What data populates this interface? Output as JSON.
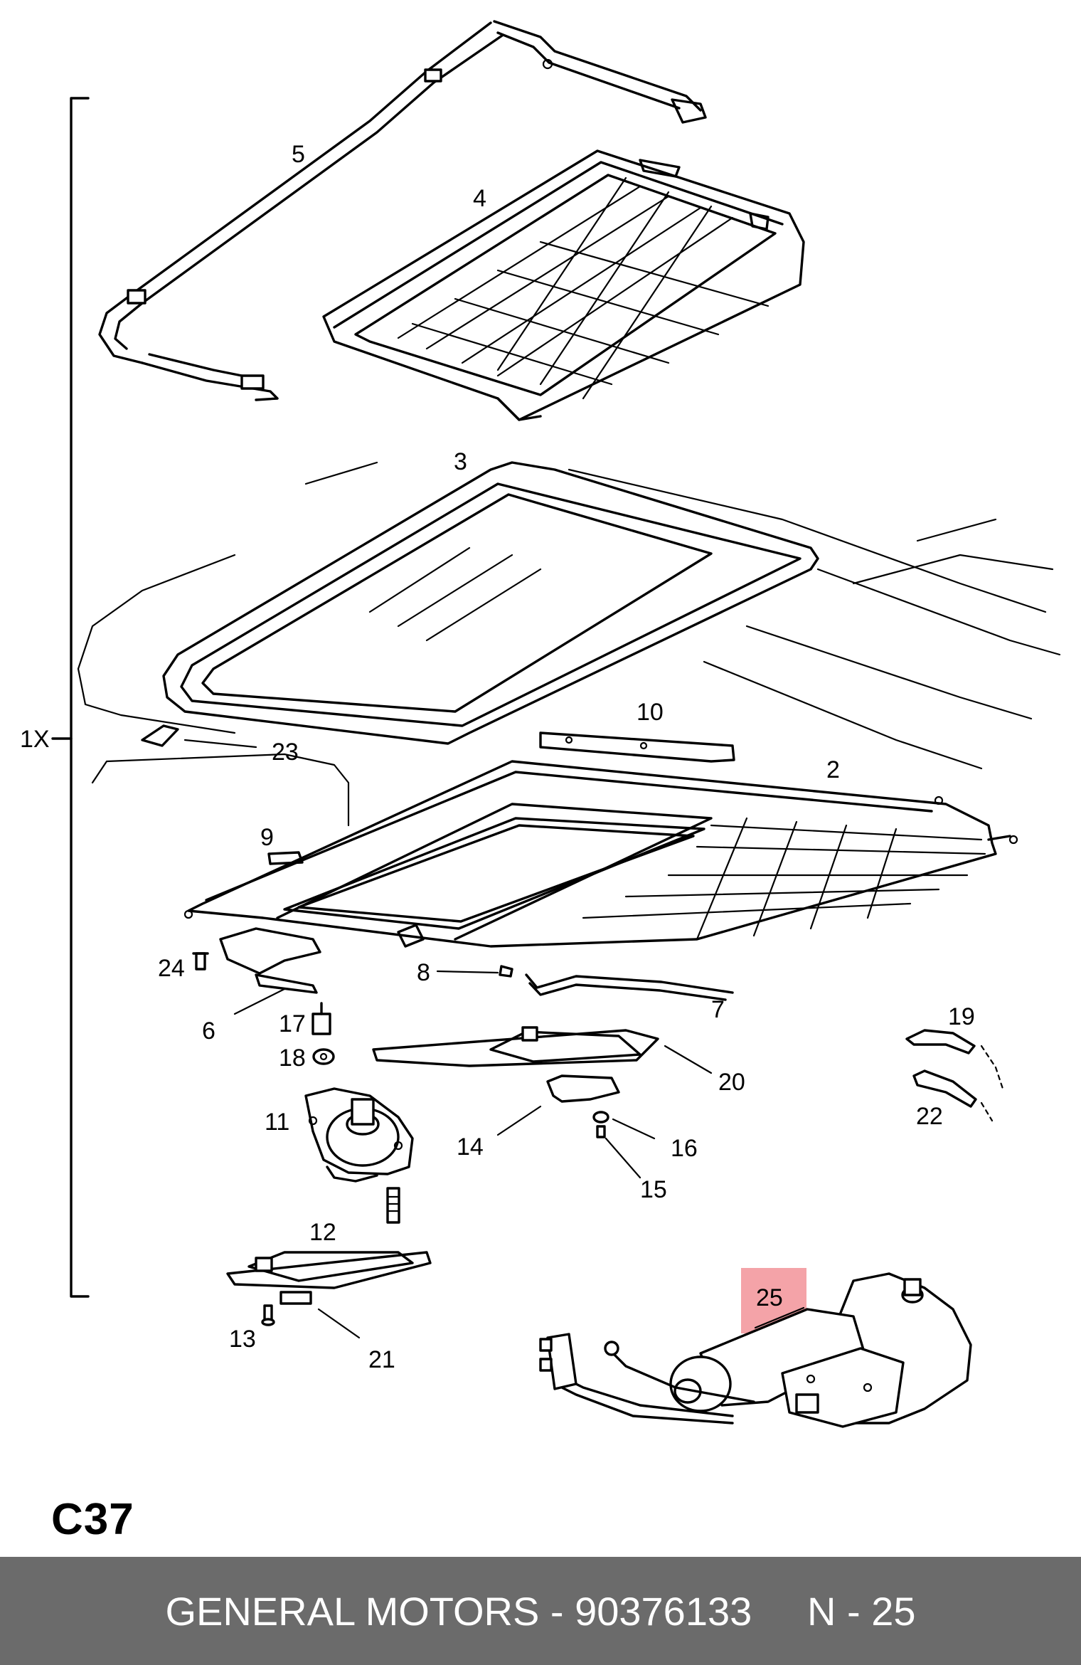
{
  "labels": {
    "l1x": "1X",
    "l2": "2",
    "l3": "3",
    "l4": "4",
    "l5": "5",
    "l6": "6",
    "l7": "7",
    "l8": "8",
    "l9": "9",
    "l10": "10",
    "l11": "11",
    "l12": "12",
    "l13": "13",
    "l14": "14",
    "l15": "15",
    "l16": "16",
    "l17": "17",
    "l18": "18",
    "l19": "19",
    "l20": "20",
    "l21": "21",
    "l22": "22",
    "l23": "23",
    "l24": "24",
    "l25": "25"
  },
  "highlight": {
    "color": "#f4a3a8",
    "part": "25"
  },
  "diagram_code": "C37",
  "footer": {
    "text": "GENERAL MOTORS - 90376133     N - 25",
    "background": "#6b6b6b",
    "color": "#ffffff"
  }
}
